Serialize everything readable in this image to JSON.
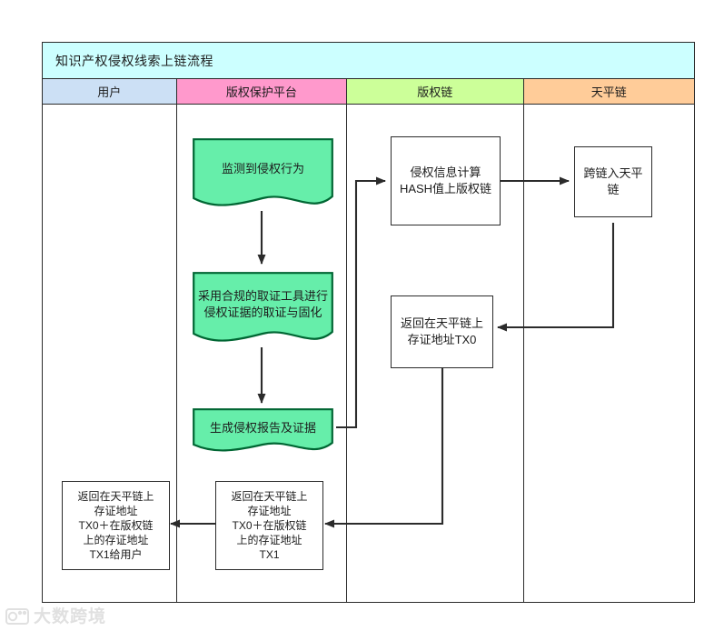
{
  "diagram": {
    "title": "知识产权侵权线索上链流程",
    "type": "swimlane-flowchart",
    "colors": {
      "title_bar": "#ccffff",
      "lane_user": "#cce0f5",
      "lane_platform": "#ff99cc",
      "lane_copyright_chain": "#ccff99",
      "lane_balance_chain": "#ffcc99",
      "document_node_fill": "#66eeaa",
      "document_node_stroke": "#006633",
      "rect_node_fill": "#ffffff",
      "stroke": "#2b2b2b"
    },
    "lanes": [
      {
        "id": "user",
        "label": "用户",
        "color": "#cce0f5"
      },
      {
        "id": "platform",
        "label": "版权保护平台",
        "color": "#ff99cc"
      },
      {
        "id": "copyright_chain",
        "label": "版权链",
        "color": "#ccff99"
      },
      {
        "id": "balance_chain",
        "label": "天平链",
        "color": "#ffcc99"
      }
    ],
    "nodes": [
      {
        "id": "n1",
        "lane": "platform",
        "shape": "document",
        "label": "监测到侵权行为"
      },
      {
        "id": "n2",
        "lane": "platform",
        "shape": "document",
        "label": "采用合规的取证工具进行\n侵权证据的取证与固化"
      },
      {
        "id": "n3",
        "lane": "platform",
        "shape": "document",
        "label": "生成侵权报告及证据"
      },
      {
        "id": "n4",
        "lane": "copyright_chain",
        "shape": "rect",
        "label": "侵权信息计算\nHASH值上版权链"
      },
      {
        "id": "n5",
        "lane": "balance_chain",
        "shape": "rect",
        "label": "跨链入天平\n链"
      },
      {
        "id": "n6",
        "lane": "copyright_chain",
        "shape": "rect",
        "label": "返回在天平链上\n存证地址TX0"
      },
      {
        "id": "n7",
        "lane": "platform",
        "shape": "rect",
        "label": "返回在天平链上\n存证地址\nTX0＋在版权链\n上的存证地址\nTX1"
      },
      {
        "id": "n8",
        "lane": "user",
        "shape": "rect",
        "label": "返回在天平链上\n存证地址\nTX0＋在版权链\n上的存证地址\nTX1给用户"
      }
    ],
    "edges": [
      {
        "from": "n1",
        "to": "n2"
      },
      {
        "from": "n2",
        "to": "n3"
      },
      {
        "from": "n3",
        "to": "n4"
      },
      {
        "from": "n4",
        "to": "n5"
      },
      {
        "from": "n5",
        "to": "n6"
      },
      {
        "from": "n6",
        "to": "n7"
      },
      {
        "from": "n7",
        "to": "n8"
      }
    ]
  },
  "watermark": {
    "text": "大数跨境",
    "icon": "camera-icon"
  }
}
